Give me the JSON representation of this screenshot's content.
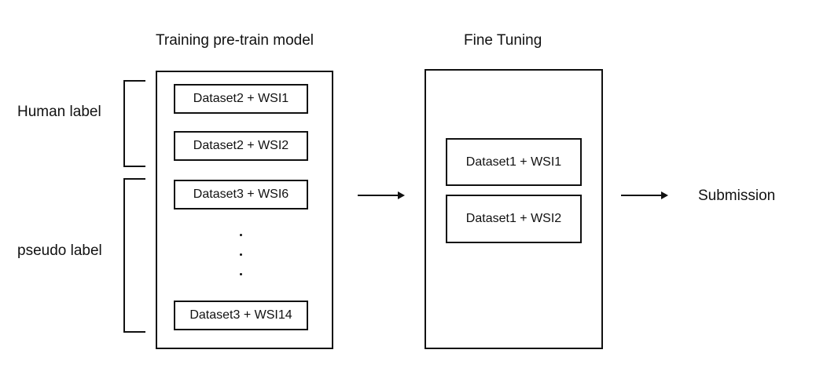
{
  "stage1": {
    "title": "Training pre-train model",
    "items": [
      "Dataset2 + WSI1",
      "Dataset2 + WSI2",
      "Dataset3 + WSI6",
      "Dataset3 + WSI14"
    ]
  },
  "stage2": {
    "title": "Fine Tuning",
    "items": [
      "Dataset1 + WSI1",
      "Dataset1 + WSI2"
    ]
  },
  "labels": {
    "human": "Human label",
    "pseudo": "pseudo label"
  },
  "output": "Submission"
}
